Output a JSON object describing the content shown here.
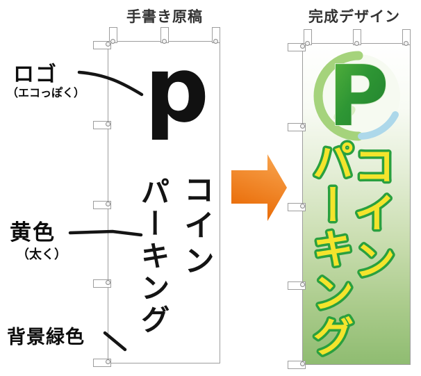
{
  "headers": {
    "draft": "手書き原稿",
    "final": "完成デザイン"
  },
  "annotations": {
    "logo": {
      "label": "ロゴ",
      "note": "（エコっぽく）"
    },
    "yellow": {
      "label": "黄色",
      "note": "（太く）"
    },
    "background": {
      "label": "背景緑色"
    }
  },
  "draft_banner": {
    "logo_letter": "p",
    "columns": {
      "right": "コイン",
      "left": "パーキング"
    }
  },
  "final_banner": {
    "logo_letter": "P",
    "columns": {
      "right": "コイン",
      "left": "パーキング"
    },
    "colors": {
      "text_fill": "#f4e42c",
      "text_outline": "#2aa03f",
      "logo_green_light": "#5cb63e",
      "logo_green_dark": "#1e7c2c",
      "logo_ring_green": "#a5d37c",
      "logo_ring_blue": "#add8ea",
      "bg_top": "#ffffff",
      "bg_bottom": "#8fbc71"
    }
  },
  "arrow": {
    "direction": "right",
    "color_light": "#f7a049",
    "color_dark": "#e96c08"
  }
}
